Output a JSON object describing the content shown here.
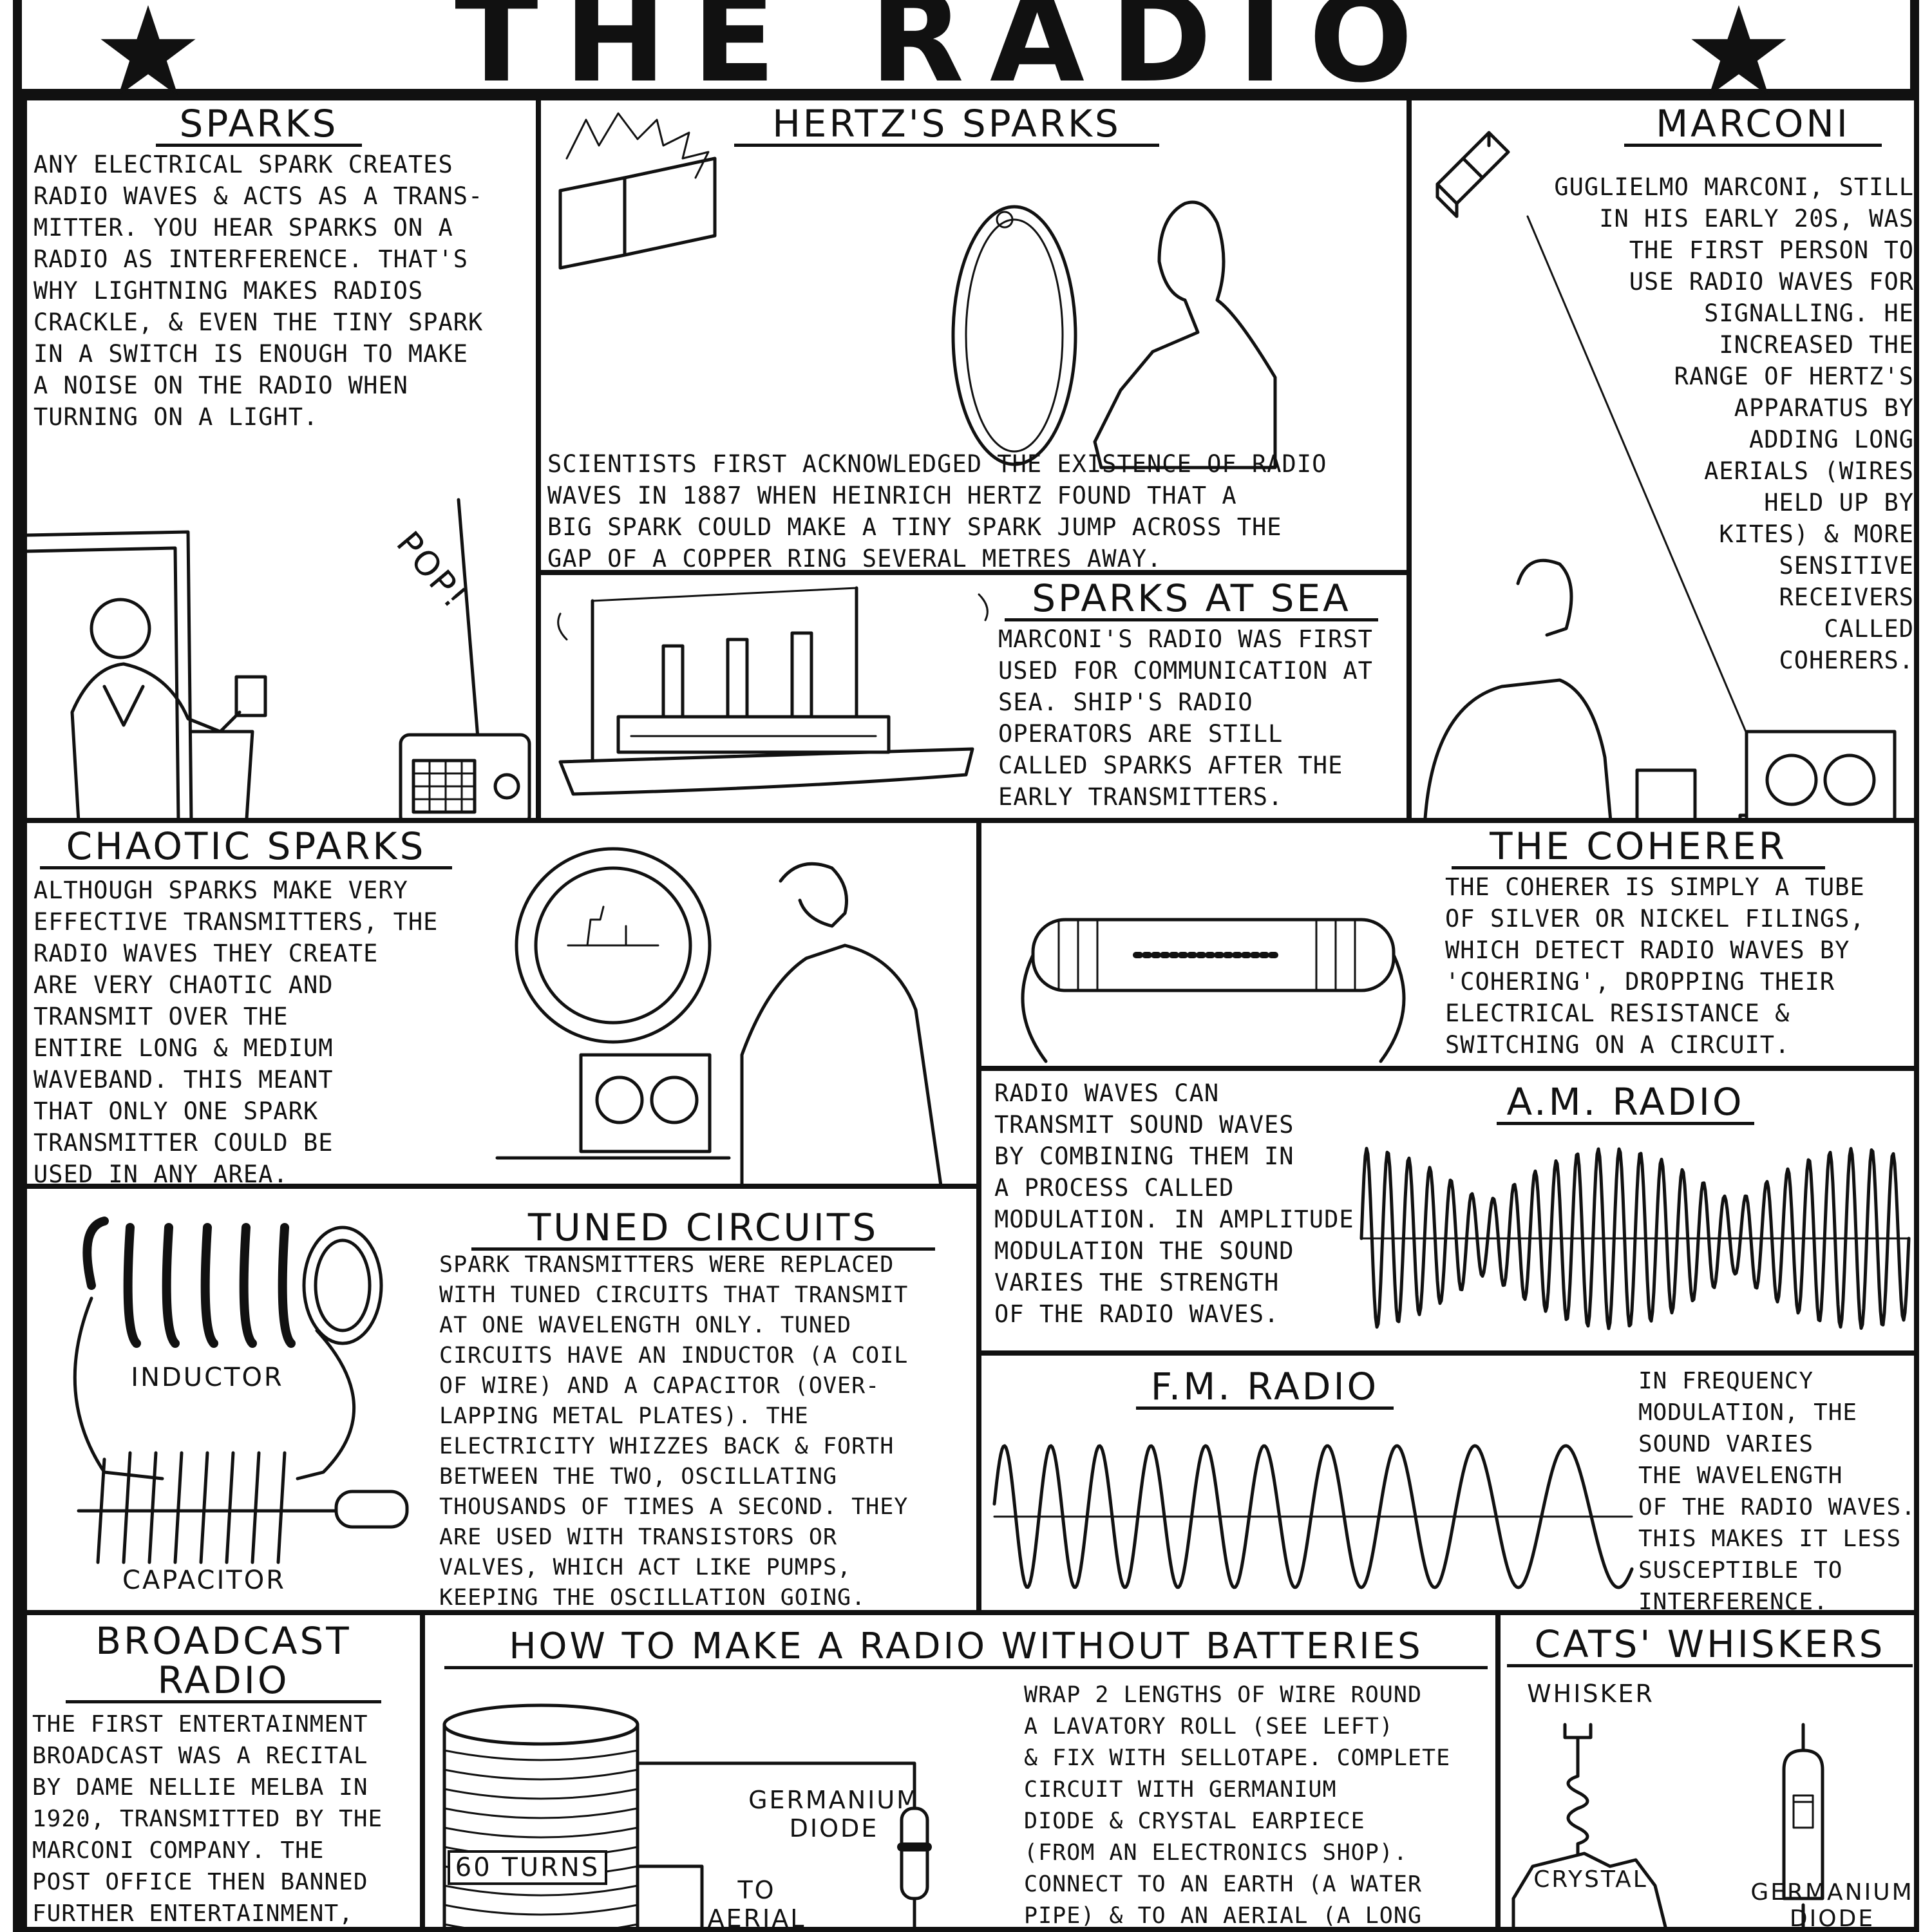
{
  "title": "THE RADIO SET",
  "panels": {
    "sparks": {
      "heading": "SPARKS",
      "text": "Any electrical spark creates\nradio waves & acts as a trans-\nmitter. You hear sparks on a\nradio as interference. That's\nwhy lightning makes radios\ncrackle, & even the tiny spark\nin a switch is enough to make\na noise on the radio when\nturning on a light.",
      "sound_effect": "POP!"
    },
    "hertz": {
      "heading": "HERTZ'S SPARKS",
      "text": "Scientists first acknowledged the existence of radio\nwaves in 1887 when Heinrich Hertz found that a\nbig spark could make a tiny spark jump across the\ngap of a copper ring several metres away."
    },
    "marconi": {
      "heading": "MARCONI",
      "text": "Guglielmo Marconi, still\nin his early 20s, was\nthe first person to\nuse radio waves for\nsignalling. He\nincreased the\nrange of Hertz's\napparatus by\nadding long\naerials (wires\nheld up by\nkites) & more\nsensitive\nreceivers\ncalled\ncoherers."
    },
    "sea": {
      "heading": "SPARKS AT SEA",
      "text": "Marconi's radio was first\nused for communication at\nsea. Ship's radio\noperators are still\ncalled sparks after the\nearly transmitters."
    },
    "chaotic": {
      "heading": "CHAOTIC SPARKS",
      "text": "Although sparks make very\neffective transmitters, the\nradio waves they create\nare very chaotic and\ntransmit over the\nentire long & medium\nwaveband. This meant\nthat only one spark\ntransmitter could be\nused in any area."
    },
    "coherer": {
      "heading": "THE COHERER",
      "text": "The coherer is simply a tube\nof silver or nickel filings,\nwhich detect radio waves by\n'cohering', dropping their\nelectrical resistance &\nswitching on a circuit."
    },
    "am": {
      "heading": "A.M. RADIO",
      "text": "Radio waves can\ntransmit sound waves\nby combining them in\na process called\nmodulation. In amplitude\nmodulation the sound\nvaries the strength\nof the radio waves."
    },
    "tuned": {
      "heading": "TUNED CIRCUITS",
      "text": "Spark transmitters were replaced\nwith tuned circuits that transmit\nat one wavelength only. Tuned\ncircuits have an inductor (a coil\nof wire) and a capacitor (over-\nlapping metal plates). The\nelectricity whizzes back & forth\nbetween the two, oscillating\nthousands of times a second. They\nare used with transistors or\nvalves, which act like pumps,\nkeeping the oscillation going.",
      "inductor_label": "INDUCTOR",
      "capacitor_label": "CAPACITOR"
    },
    "fm": {
      "heading": "F.M. RADIO",
      "text": "In frequency\nmodulation, the\nsound varies\nthe wavelength\nof the radio waves.\nThis makes it less\nsusceptible to\ninterference."
    },
    "broadcast": {
      "heading": "BROADCAST\nRADIO",
      "text": "The first entertainment\nbroadcast was a recital\nby Dame Nellie Melba in\n1920, transmitted by the\nMarconi Company. The\npost office then banned\nfurther entertainment,"
    },
    "howto": {
      "heading": "HOW TO MAKE A RADIO WITHOUT BATTERIES",
      "text": "Wrap 2 lengths of wire round\na lavatory roll (see left)\n& fix with sellotape. Complete\ncircuit with Germanium\ndiode & crystal earpiece\n(from an electronics shop).\nConnect to an earth (a water\npipe) & to an aerial (a long",
      "turns_label": "60 TURNS",
      "diode_label": "GERMANIUM\nDIODE",
      "aerial_label": "TO\nAERIAL"
    },
    "whiskers": {
      "heading": "CATS' WHISKERS",
      "whisker_label": "WHISKER",
      "crystal_label": "CRYSTAL",
      "diode_label": "GERMANIUM\nDIODE"
    }
  },
  "colors": {
    "ink": "#111111",
    "paper": "#ffffff"
  },
  "icons": [
    "star-icon",
    "radio-icon",
    "copper-ring-icon",
    "ship-icon",
    "kite-icon",
    "porthole-icon",
    "coherer-tube-icon",
    "inductor-coil-icon",
    "capacitor-plates-icon",
    "am-wave-icon",
    "fm-wave-icon",
    "coil-roll-icon",
    "diode-icon",
    "crystal-icon"
  ]
}
